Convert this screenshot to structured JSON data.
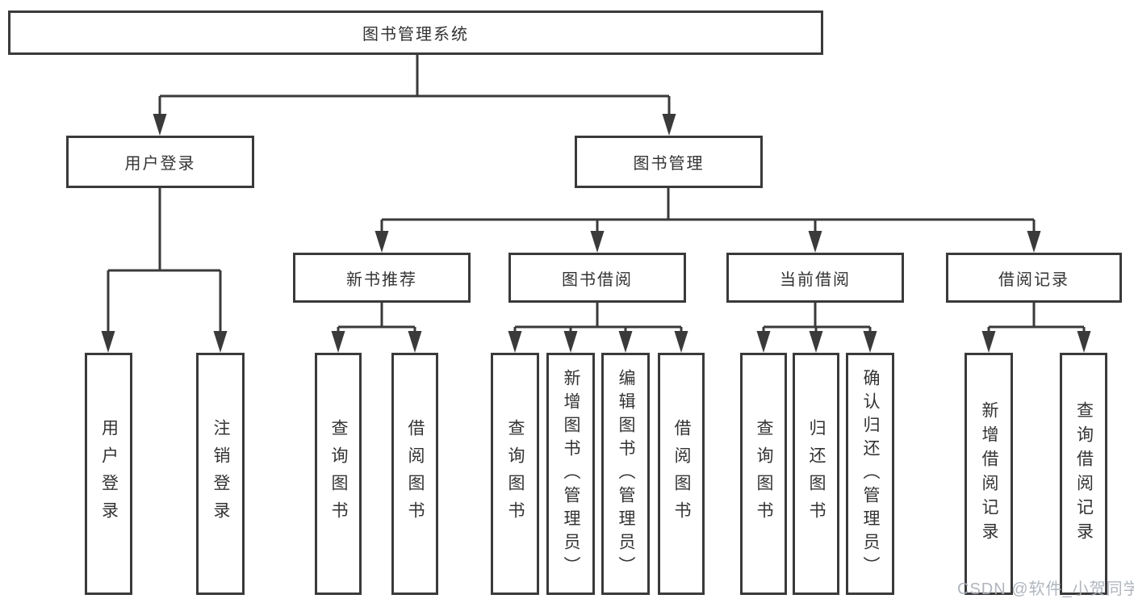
{
  "nodes": {
    "root": "图书管理系统",
    "user_login": "用户登录",
    "book_management": "图书管理",
    "new_book_recommend": "新书推荐",
    "book_borrow": "图书借阅",
    "current_borrow": "当前借阅",
    "borrow_record": "借阅记录",
    "ul_user_login": "用户登录",
    "ul_logout": "注销登录",
    "nb_query_book": "查询图书",
    "nb_borrow_book": "借阅图书",
    "bb_query_book": "查询图书",
    "bb_add_book": "新增图书（管理员）",
    "bb_edit_book": "编辑图书（管理员）",
    "bb_borrow_book": "借阅图书",
    "cb_query_book": "查询图书",
    "cb_return_book": "归还图书",
    "cb_confirm_return": "确认归还（管理员）",
    "br_add_record": "新增借阅记录",
    "br_query_record": "查询借阅记录"
  },
  "watermark": "CSDN @软件_小贺同学",
  "colors": {
    "line": "#3a3a3a",
    "text": "#333333",
    "background": "#ffffff",
    "watermark": "#acb1ba"
  }
}
